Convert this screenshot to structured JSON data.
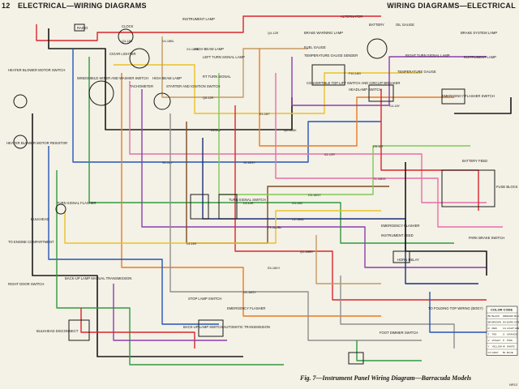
{
  "header": {
    "page_number": "12",
    "left_title": "ELECTRICAL—WIRING DIAGRAMS",
    "right_title": "WIRING DIAGRAMS—ELECTRICAL"
  },
  "caption": "Fig. 7—Instrument Panel Wiring Diagram—Barracuda Models",
  "figure_code": "NR12",
  "components": [
    {
      "id": "radio",
      "label": "RADIO"
    },
    {
      "id": "clock",
      "label": "CLOCK"
    },
    {
      "id": "instrument-lamp",
      "label": "INSTRUMENT LAMP"
    },
    {
      "id": "cigar-lighter",
      "label": "CIGAR LIGHTER"
    },
    {
      "id": "high-beam-lamp",
      "label": "HIGH BEAM LAMP"
    },
    {
      "id": "left-turn-signal",
      "label": "LEFT TURN SIGNAL LAMP"
    },
    {
      "id": "heater-blower-switch",
      "label": "HEATER BLOWER MOTOR SWITCH"
    },
    {
      "id": "windshield-wiper-switch",
      "label": "WINDSHIELD WIPER AND WASHER SWITCH"
    },
    {
      "id": "tachometer",
      "label": "TACHOMETER"
    },
    {
      "id": "high-beam-indicator",
      "label": "HIGH BEAM LAMP"
    },
    {
      "id": "starter-ignition-switch",
      "label": "STARTER AND IGNITION SWITCH"
    },
    {
      "id": "rt-turn-signal",
      "label": "RT TURN SIGNAL"
    },
    {
      "id": "alternator",
      "label": "ALTERNATOR"
    },
    {
      "id": "battery",
      "label": "BATTERY"
    },
    {
      "id": "oil-gauge",
      "label": "OIL GAUGE"
    },
    {
      "id": "brake-warning-lamp",
      "label": "BRAKE WARNING LAMP"
    },
    {
      "id": "brake-system-lamp",
      "label": "BRAKE SYSTEM LAMP"
    },
    {
      "id": "fuel-gauge",
      "label": "FUEL GAUGE"
    },
    {
      "id": "temperature-gauge-sender",
      "label": "TEMPERATURE GAUGE SENDER"
    },
    {
      "id": "right-turn-signal-lamp",
      "label": "RIGHT TURN SIGNAL LAMP"
    },
    {
      "id": "instrument-lamp-right",
      "label": "INSTRUMENT LAMP"
    },
    {
      "id": "temperature-gauge",
      "label": "TEMPERATURE GAUGE"
    },
    {
      "id": "convertible-top-switch",
      "label": "CONVERTIBLE TOP LIFT SWITCH AND CIRCUIT BREAKER"
    },
    {
      "id": "headlamp-switch",
      "label": "HEADLAMP SWITCH"
    },
    {
      "id": "emergency-flasher-switch",
      "label": "EMERGENCY FLASHER SWITCH"
    },
    {
      "id": "heater-blower-resistor",
      "label": "HEATER BLOWER MOTOR RESISTOR"
    },
    {
      "id": "turn-signal-flasher",
      "label": "TURN SIGNAL FLASHER"
    },
    {
      "id": "turn-signal-switch",
      "label": "TURN SIGNAL SWITCH"
    },
    {
      "id": "bulkhead",
      "label": "BULKHEAD"
    },
    {
      "id": "to-engine-compartment",
      "label": "TO ENGINE COMPARTMENT"
    },
    {
      "id": "battery-feed",
      "label": "BATTERY FEED"
    },
    {
      "id": "fuse-block",
      "label": "FUSE BLOCK"
    },
    {
      "id": "park-brake-switch",
      "label": "PARK BRAKE SWITCH"
    },
    {
      "id": "horn-relay",
      "label": "HORN RELAY"
    },
    {
      "id": "emergency-flasher",
      "label": "EMERGENCY FLASHER"
    },
    {
      "id": "instrument-feed",
      "label": "INSTRUMENT FEED"
    },
    {
      "id": "right-door-switch",
      "label": "RIGHT DOOR SWITCH"
    },
    {
      "id": "back-up-lamp-manual",
      "label": "BACK-UP LAMP MANUAL TRANSMISSION"
    },
    {
      "id": "bulkhead-disconnect",
      "label": "BULKHEAD DISCONNECT"
    },
    {
      "id": "stop-lamp-switch",
      "label": "STOP LAMP SWITCH"
    },
    {
      "id": "emergency-flasher-lower",
      "label": "EMERGENCY FLASHER"
    },
    {
      "id": "back-up-lamp-automatic",
      "label": "BACK-UP LAMP SWITCH AUTOMATIC TRANSMISSION"
    },
    {
      "id": "folding-top",
      "label": "TO FOLDING TOP WIRING (BODY)"
    },
    {
      "id": "foot-dimmer-switch",
      "label": "FOOT DIMMER SWITCH"
    },
    {
      "id": "color-code",
      "label": "COLOR CODE"
    }
  ],
  "wire_labels": [
    "Q3-18R",
    "V4-18BL",
    "Q4-12R",
    "X3-18BK",
    "Q2-12BK",
    "L4-14V",
    "J3-18GY",
    "S2-14Y",
    "L3-14R",
    "G1-18V",
    "E1-18T",
    "F10-18G",
    "Q5-12R",
    "A1-12R",
    "P1-18DBL",
    "D1-18GY",
    "Q1-18BR",
    "L4-16V",
    "C2-18BL",
    "D3-18GY",
    "D5-18T",
    "T1-18DG",
    "E5-18DY",
    "G4-18Y"
  ],
  "color_code": {
    "title": "COLOR CODE",
    "entries": [
      {
        "code": "BK",
        "color": "BLACK",
        "code2": "DBL",
        "color2": "DARK BLUE"
      },
      {
        "code": "BR",
        "color": "BROWN",
        "code2": "DG",
        "color2": "DARK GREEN"
      },
      {
        "code": "R",
        "color": "RED",
        "code2": "LG",
        "color2": "LIGHT GREEN"
      },
      {
        "code": "T",
        "color": "TAN",
        "code2": "O",
        "color2": "ORANGE"
      },
      {
        "code": "V",
        "color": "VIOLET",
        "code2": "P",
        "color2": "PINK"
      },
      {
        "code": "Y",
        "color": "YELLOW",
        "code2": "W",
        "color2": "WHITE"
      },
      {
        "code": "GY",
        "color": "GRAY",
        "code2": "BL",
        "color2": "BLUE"
      }
    ]
  },
  "colors": {
    "paper": "#f4f1e6",
    "black": "#1a1a1a",
    "red": "#d9262c",
    "blue": "#2456b8",
    "green": "#2f9a3e",
    "yellow": "#e8c22a",
    "orange": "#e87a24",
    "pink": "#e56fa8",
    "violet": "#8a3fae",
    "tan": "#c49a62",
    "gray": "#8f8f8f",
    "brown": "#7a4a22",
    "white": "#ffffff",
    "lightgreen": "#7fc95a",
    "darkblue": "#1d2f7a"
  }
}
